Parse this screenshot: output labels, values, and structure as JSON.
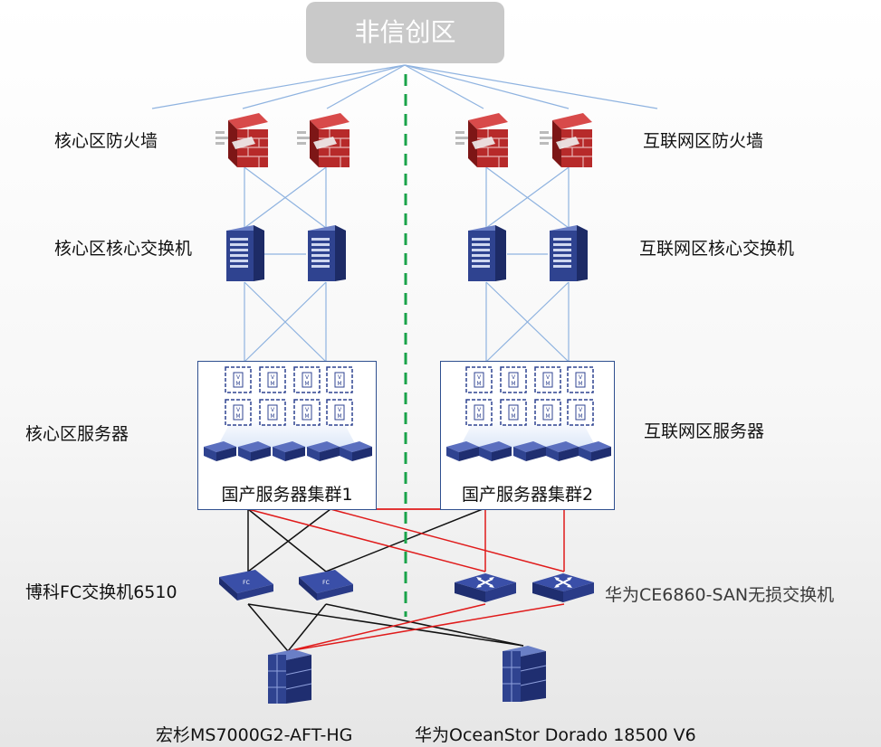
{
  "top_zone": "非信创区",
  "labels": {
    "core_firewall": "核心区防火墙",
    "internet_firewall": "互联网区防火墙",
    "core_switch": "核心区核心交换机",
    "internet_switch": "互联网区核心交换机",
    "core_server": "核心区服务器",
    "internet_server": "互联网区服务器",
    "fc_switch": "博科FC交换机6510",
    "huawei_switch": "华为CE6860-SAN无损交换机",
    "storage_left": "宏杉MS7000G2-AFT-HG",
    "storage_right": "华为OceanStor Dorado 18500 V6"
  },
  "clusters": {
    "cluster1": "国产服务器集群1",
    "cluster2": "国产服务器集群2"
  },
  "vm_text": "V M",
  "fc_text": "FC",
  "colors": {
    "uplink": "#8fb3e0",
    "black_link": "#111111",
    "red_link": "#e01b1b",
    "divider": "#1aa34a",
    "device_blue": "#2f4390",
    "firewall_red": "#b72a2a"
  }
}
